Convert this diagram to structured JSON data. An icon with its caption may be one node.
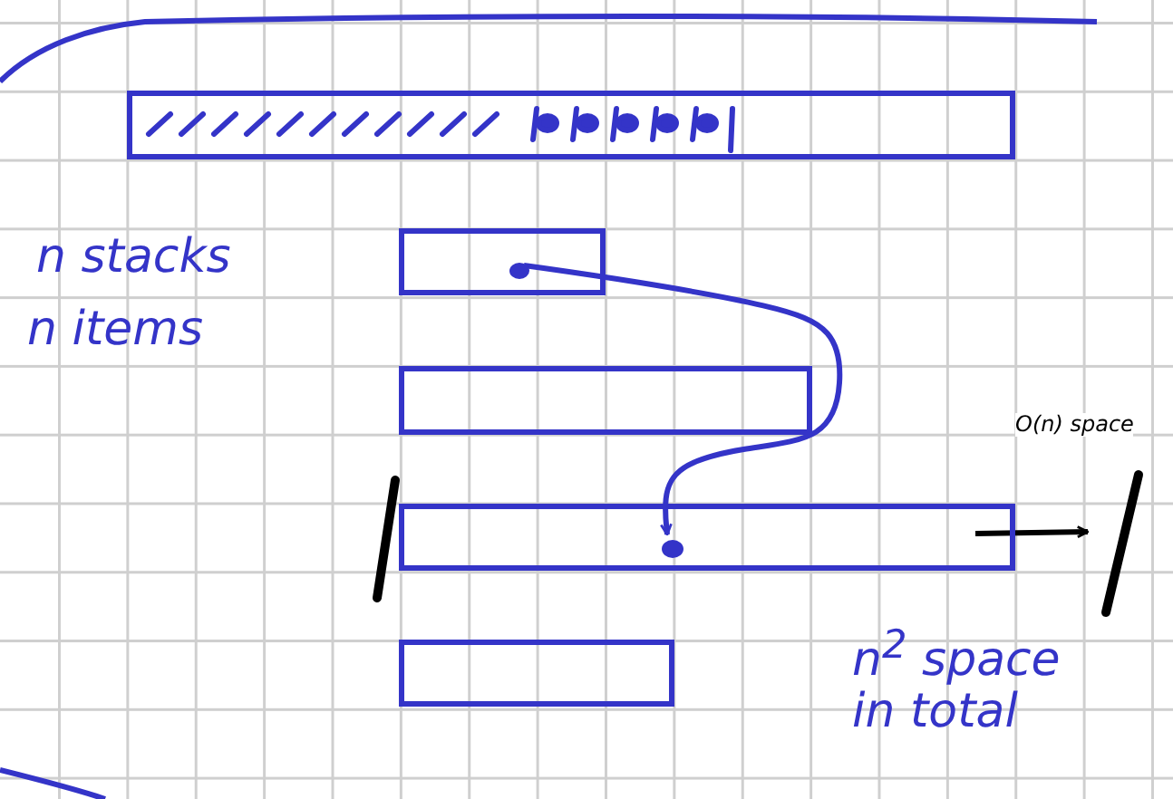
{
  "diagram": {
    "nodes": [
      {
        "text": [],
        "shape": "bar"
      },
      {
        "text": [],
        "shape": "box"
      },
      {
        "text": [],
        "shape": "circle",
        "in": 1
      },
      {
        "text": [],
        "shape": "box"
      },
      {
        "text": [],
        "shape": "box"
      },
      {
        "text": [],
        "shape": "circle",
        "in": 4
      },
      {
        "text": [],
        "shape": "box"
      }
    ],
    "edges": [
      {
        "from": 2,
        "to": 5,
        "arrow": "to"
      },
      {
        "from": 4,
        "to": null,
        "arrow": "to",
        "color": "#000000"
      }
    ],
    "labels": [
      "n stacks",
      "n items",
      "O(n) space",
      "n$^{2}$ space in total"
    ]
  }
}
